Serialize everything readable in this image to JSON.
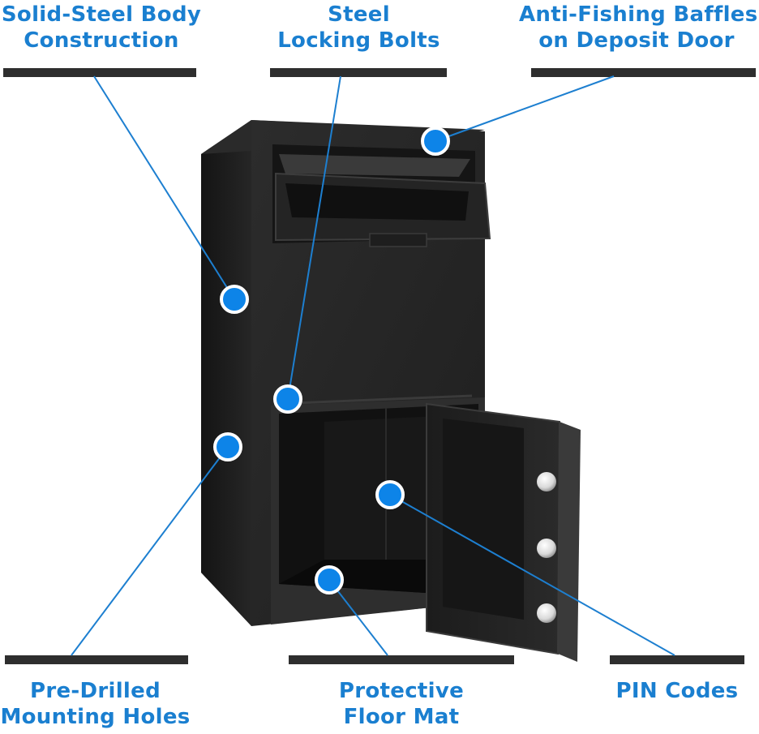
{
  "callouts": {
    "body": {
      "line1": "Solid-Steel Body",
      "line2": "Construction"
    },
    "bolts": {
      "line1": "Steel",
      "line2": "Locking Bolts"
    },
    "baffles": {
      "line1": "Anti-Fishing Baffles",
      "line2": "on Deposit Door"
    },
    "holes": {
      "line1": "Pre-Drilled",
      "line2": "Mounting Holes"
    },
    "mat": {
      "line1": "Protective",
      "line2": "Floor Mat"
    },
    "pin": {
      "line1": "PIN Codes"
    }
  },
  "colors": {
    "label": "#1a7fd0",
    "marker": "#0d84e8",
    "leader": "#1d7fd0",
    "bar": "#2e2e2e",
    "safe_body": "#232323"
  },
  "product": "depository-safe-illustration"
}
